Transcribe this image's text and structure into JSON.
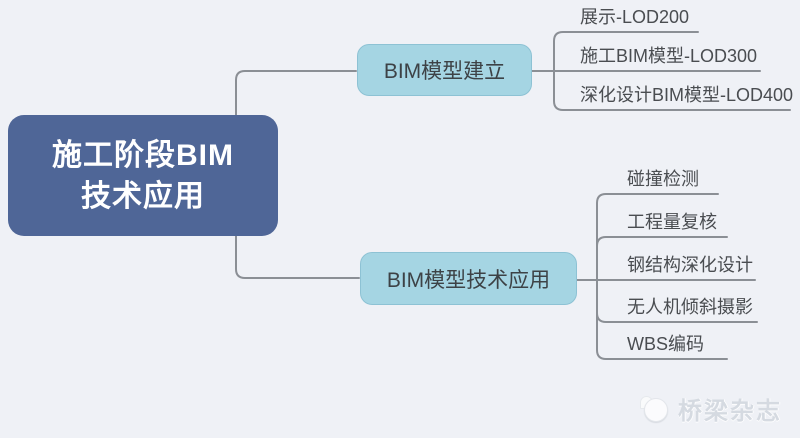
{
  "root": {
    "label_line1": "施工阶段BIM",
    "label_line2": "技术应用"
  },
  "branches": [
    {
      "label": "BIM模型建立",
      "leaves": [
        "展示-LOD200",
        "施工BIM模型-LOD300",
        "深化设计BIM模型-LOD400"
      ]
    },
    {
      "label": "BIM模型技术应用",
      "leaves": [
        "碰撞检测",
        "工程量复核",
        "钢结构深化设计",
        "无人机倾斜摄影",
        "WBS编码"
      ]
    }
  ],
  "watermark": {
    "label": "桥梁杂志"
  },
  "colors": {
    "bg": "#eff1f6",
    "root-bg": "#4f6697",
    "branch-bg": "#a5d5e3",
    "branch-border": "#8dc2d4",
    "line": "#8b8f95",
    "leaf-text": "#4a4d51",
    "branch-text": "#3d4246",
    "root-text": "#ffffff",
    "watermark": "#d3d8df"
  }
}
